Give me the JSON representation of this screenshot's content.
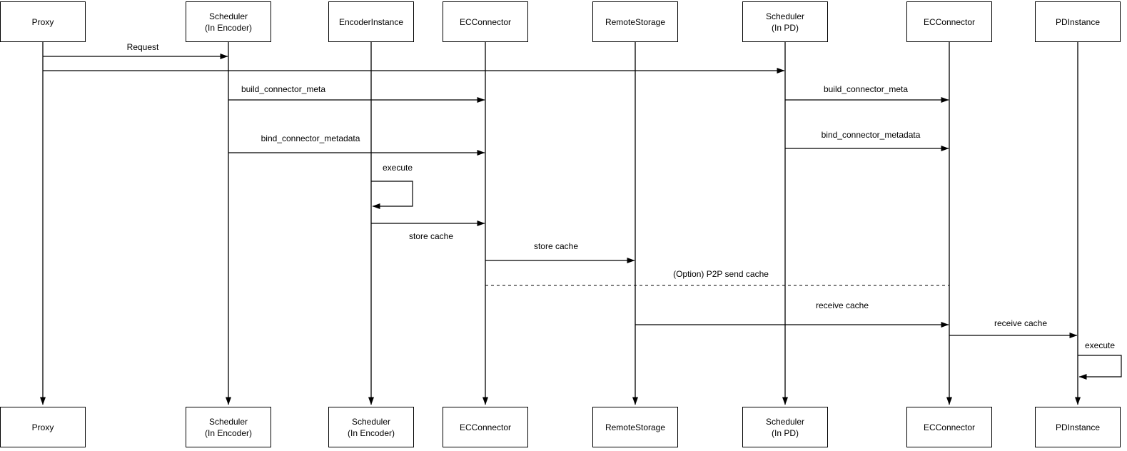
{
  "diagram": {
    "type": "uml-sequence-diagram",
    "background_color": "#ffffff",
    "stroke_color": "#000000",
    "text_color": "#000000",
    "actors_top": [
      {
        "label": "Proxy"
      },
      {
        "label": "Scheduler\n(In Encoder)"
      },
      {
        "label": "EncoderInstance"
      },
      {
        "label": "ECConnector"
      },
      {
        "label": "RemoteStorage"
      },
      {
        "label": "Scheduler\n(In PD)"
      },
      {
        "label": "ECConnector"
      },
      {
        "label": "PDInstance"
      }
    ],
    "actors_bottom": [
      {
        "label": "Proxy"
      },
      {
        "label": "Scheduler\n(In Encoder)"
      },
      {
        "label": "Scheduler\n(In Encoder)"
      },
      {
        "label": "ECConnector"
      },
      {
        "label": "RemoteStorage"
      },
      {
        "label": "Scheduler\n(In PD)"
      },
      {
        "label": "ECConnector"
      },
      {
        "label": "PDInstance"
      }
    ],
    "messages": [
      {
        "label": "Request",
        "from": "Proxy",
        "to": "Scheduler (In Encoder)",
        "style": "solid-arrow"
      },
      {
        "label": "",
        "from": "Proxy",
        "to": "Scheduler (In PD)",
        "style": "solid-arrow"
      },
      {
        "label": "build_connector_meta",
        "from": "Scheduler (In Encoder)",
        "to": "ECConnector",
        "style": "solid-arrow"
      },
      {
        "label": "build_connector_meta",
        "from": "Scheduler (In PD)",
        "to": "ECConnector (PD side)",
        "style": "solid-arrow"
      },
      {
        "label": "bind_connector_metadata",
        "from": "Scheduler (In Encoder)",
        "to": "ECConnector",
        "style": "solid-arrow"
      },
      {
        "label": "bind_connector_metadata",
        "from": "Scheduler (In PD)",
        "to": "ECConnector (PD side)",
        "style": "solid-arrow"
      },
      {
        "label": "execute",
        "from": "EncoderInstance",
        "to": "EncoderInstance",
        "style": "self-loop"
      },
      {
        "label": "store cache",
        "from": "EncoderInstance",
        "to": "ECConnector",
        "style": "solid-arrow"
      },
      {
        "label": "store cache",
        "from": "ECConnector",
        "to": "RemoteStorage",
        "style": "solid-arrow"
      },
      {
        "label": "(Option) P2P send cache",
        "from": "ECConnector",
        "to": "ECConnector (PD side)",
        "style": "dashed-line"
      },
      {
        "label": "receive cache",
        "from": "RemoteStorage",
        "to": "ECConnector (PD side)",
        "style": "solid-arrow"
      },
      {
        "label": "receive cache",
        "from": "ECConnector (PD side)",
        "to": "PDInstance",
        "style": "solid-arrow"
      },
      {
        "label": "execute",
        "from": "PDInstance",
        "to": "PDInstance",
        "style": "self-loop"
      }
    ]
  }
}
